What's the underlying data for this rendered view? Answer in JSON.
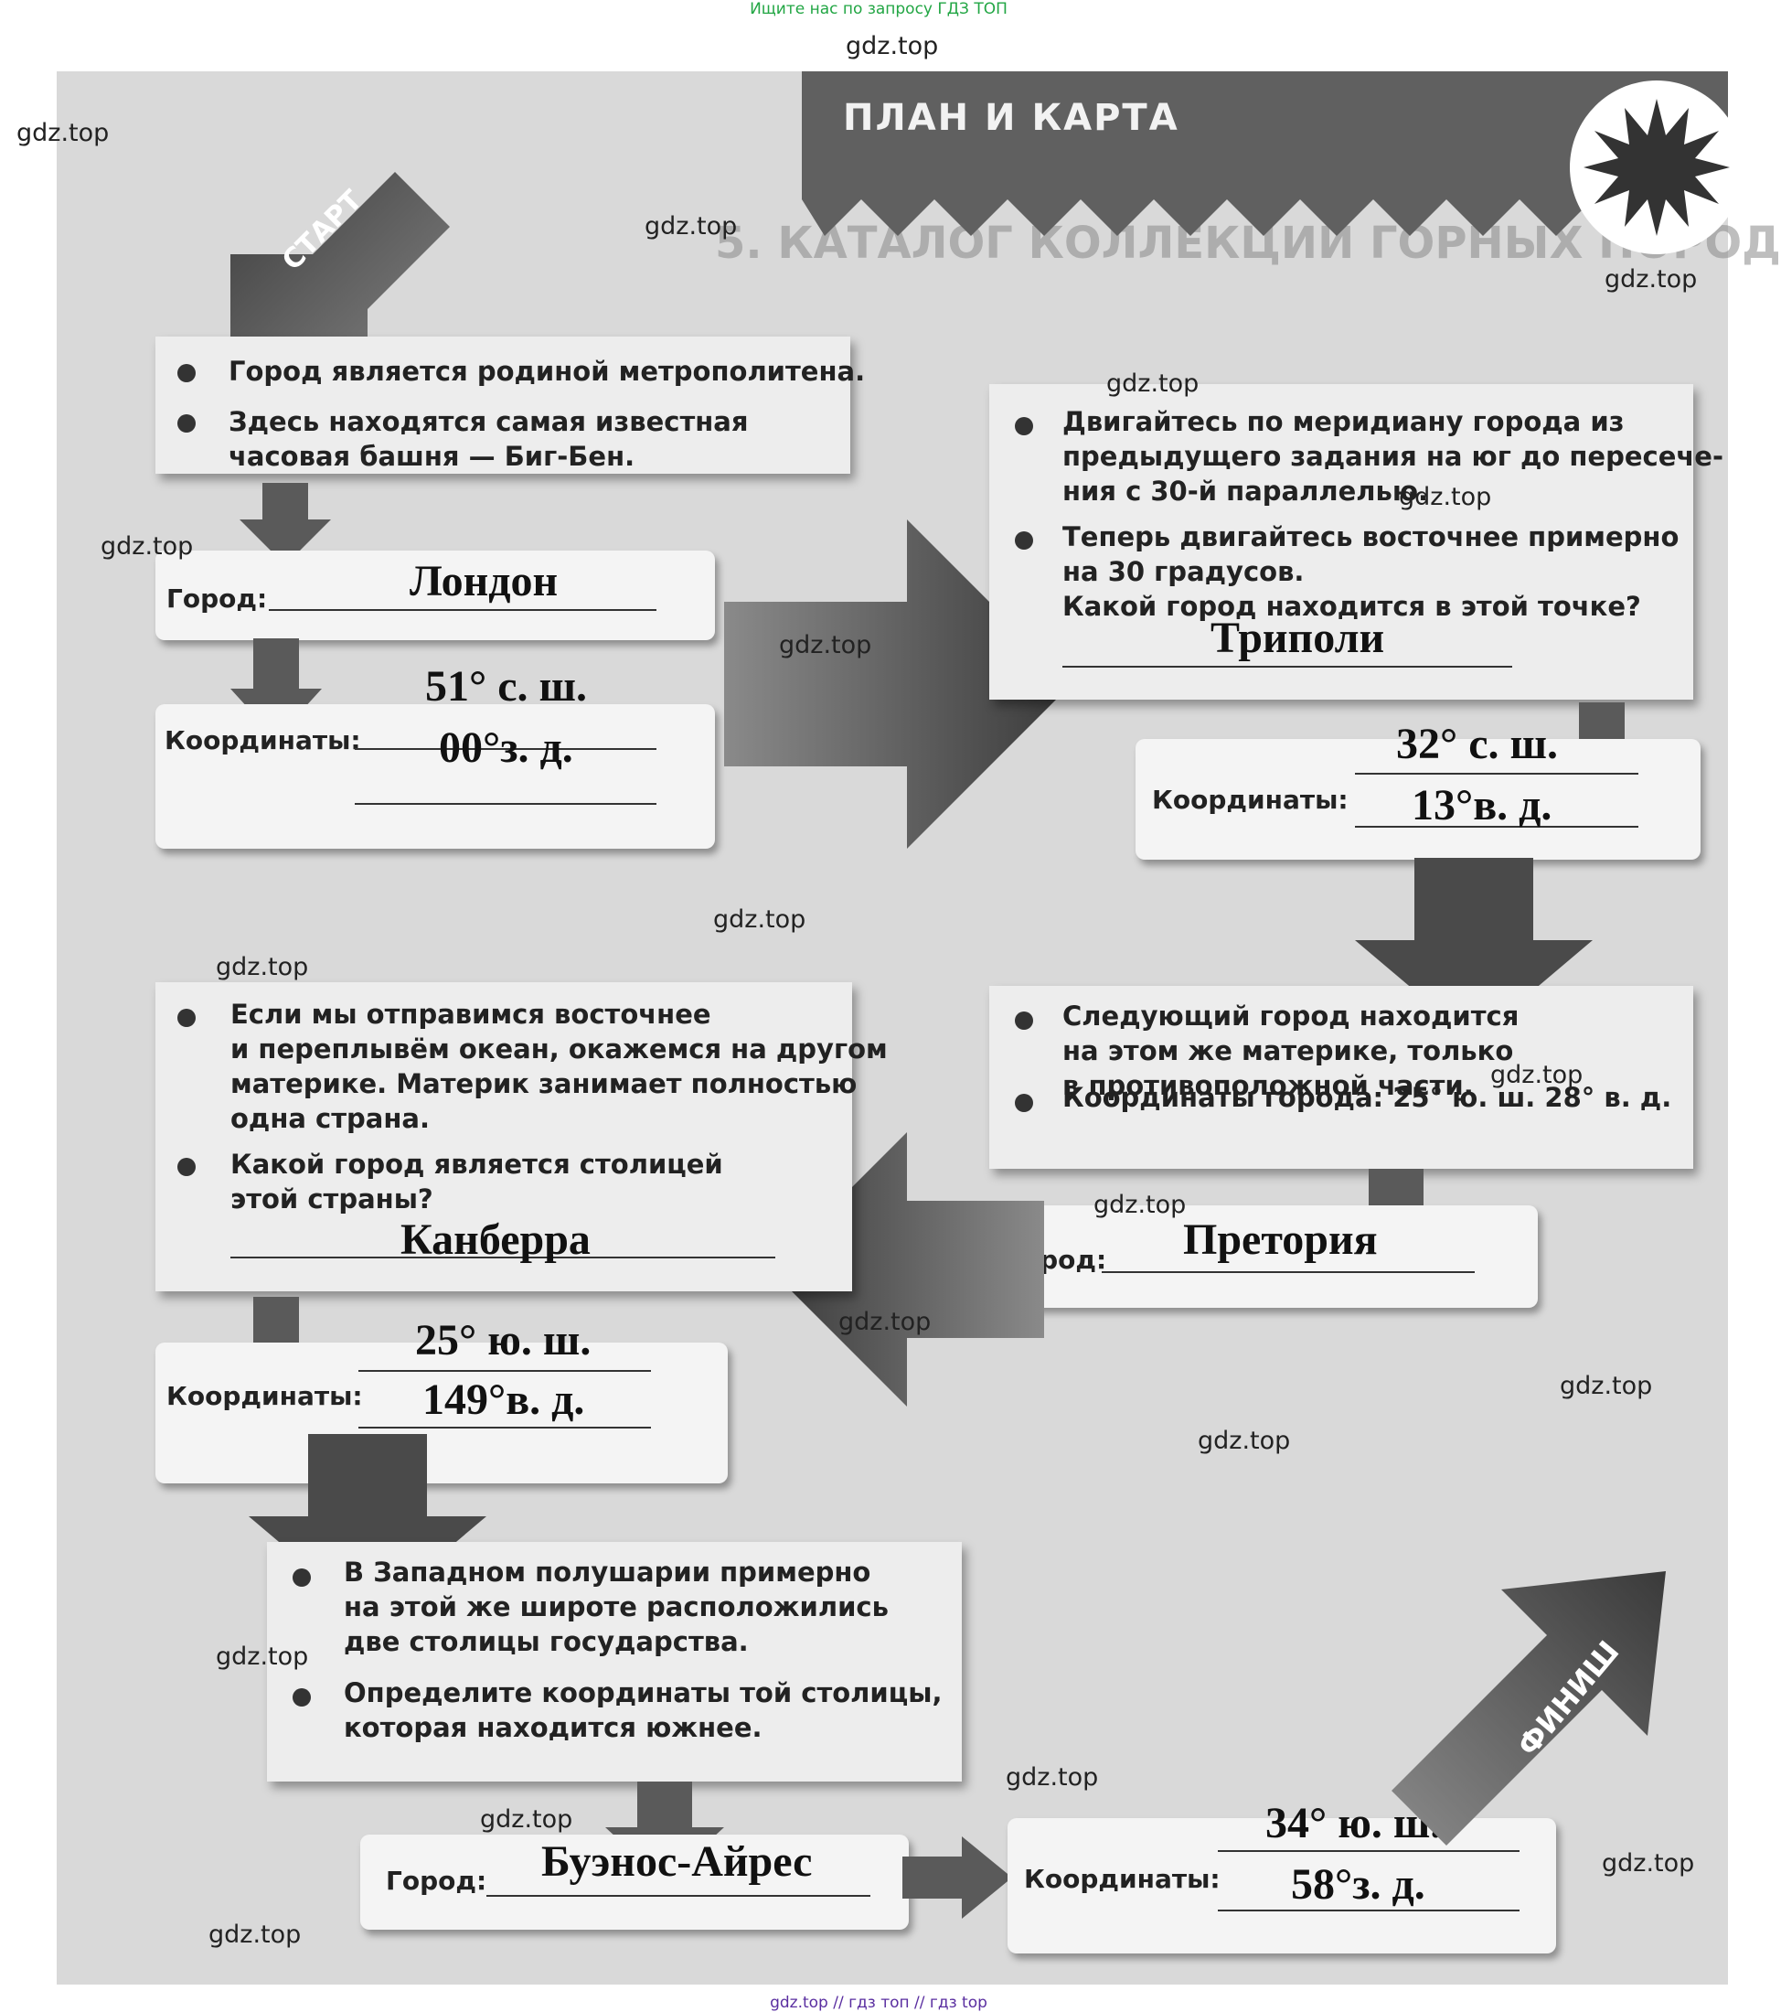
{
  "top_note": "Ищите нас по запросу ГДЗ ТОП",
  "bottom_note": "gdz.top  //  гдз топ  //  гдз top",
  "watermark": "gdz.top",
  "header": {
    "title": "ПЛАН И КАРТА"
  },
  "background_text": {
    "heading": "5. КАТАЛОГ КОЛЛЕКЦИЙ ГОРНЫХ ПОРОД"
  },
  "start_label": "СТАРТ",
  "finish_label": "ФИНИШ",
  "block1": {
    "bullets": [
      "Город является родиной метрополитена.",
      "Здесь находятся самая известная\nчасовая башня — Биг-Бен."
    ],
    "city_label": "Город:",
    "city_answer": "Лондон",
    "coords_label": "Координаты:",
    "lat_answer": "51° с. ш.",
    "lon_answer": "00°з. д."
  },
  "block2": {
    "bullets": [
      "Двигайтесь по меридиану города из\nпредыдущего задания на юг до пересече-\nния с 30-й параллелью.",
      "Теперь двигайтесь восточнее примерно\nна 30 градусов.\nКакой город находится в этой точке?"
    ],
    "city_answer": "Триполи",
    "coords_label": "Координаты:",
    "lat_answer": "32° с. ш.",
    "lon_answer": "13°в. д."
  },
  "block3": {
    "bullets": [
      "Следующий город находится\nна этом же материке, только\nв противоположной части.",
      "Координаты города: 25° ю. ш. 28° в. д."
    ],
    "city_label": "Город:",
    "city_answer": "Претория"
  },
  "block4": {
    "bullets": [
      "Если мы отправимся восточнее\nи переплывём океан, окажемся на другом\nматерике. Материк занимает полностью\nодна страна.",
      "Какой город является столицей\nэтой страны?"
    ],
    "city_answer": "Канберра",
    "coords_label": "Координаты:",
    "lat_answer": "25° ю. ш.",
    "lon_answer": "149°в. д."
  },
  "block5": {
    "bullets": [
      "В Западном полушарии примерно\nна этой же широте расположились\nдве столицы государства.",
      "Определите координаты той столицы,\nкоторая находится южнее."
    ],
    "city_label": "Город:",
    "city_answer": "Буэнос-Айрес",
    "coords_label": "Координаты:",
    "lat_answer": "34° ю. ш.",
    "lon_answer": "58°з. д."
  }
}
